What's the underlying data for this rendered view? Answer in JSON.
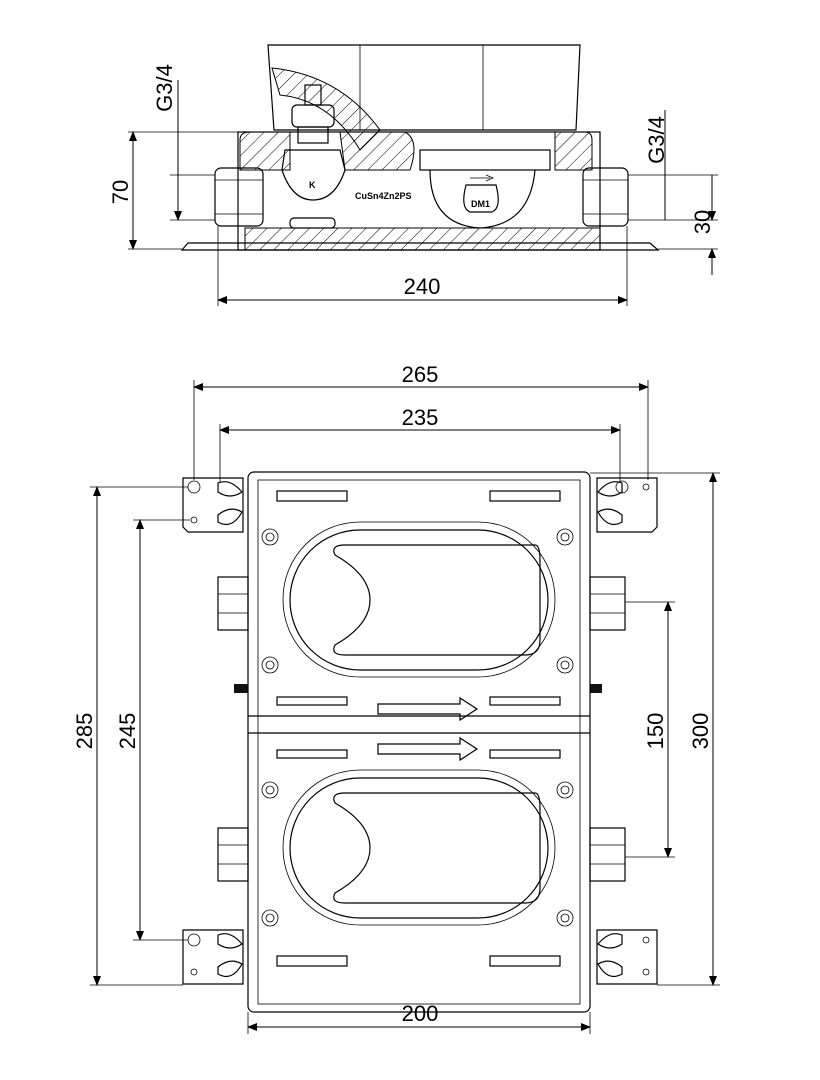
{
  "section_view": {
    "thread_left": "G3/4",
    "thread_right": "G3/4",
    "height_total": "70",
    "height_axis": "30",
    "width_overall": "240",
    "valve_marking": "K",
    "material_marking": "CuSn4Zn2PS",
    "meter_marking": "DM1"
  },
  "plan_view": {
    "width_brackets_outer": "265",
    "width_brackets_holes": "235",
    "width_body": "200",
    "height_brackets_outer": "285",
    "height_brackets_holes": "245",
    "spacing_connections": "150",
    "height_body": "300"
  }
}
